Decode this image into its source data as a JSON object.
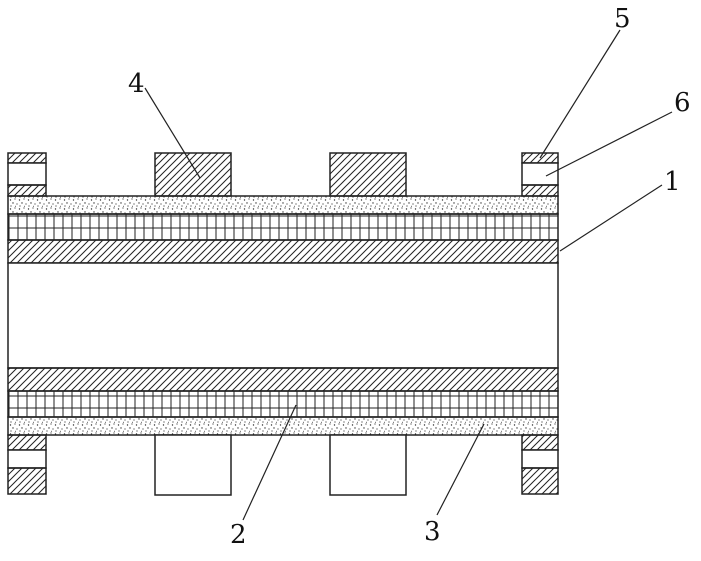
{
  "diagram": {
    "labels": {
      "l1": "1",
      "l2": "2",
      "l3": "3",
      "l4": "4",
      "l5": "5",
      "l6": "6"
    },
    "colors": {
      "stroke": "#222222",
      "background": "#ffffff"
    }
  }
}
